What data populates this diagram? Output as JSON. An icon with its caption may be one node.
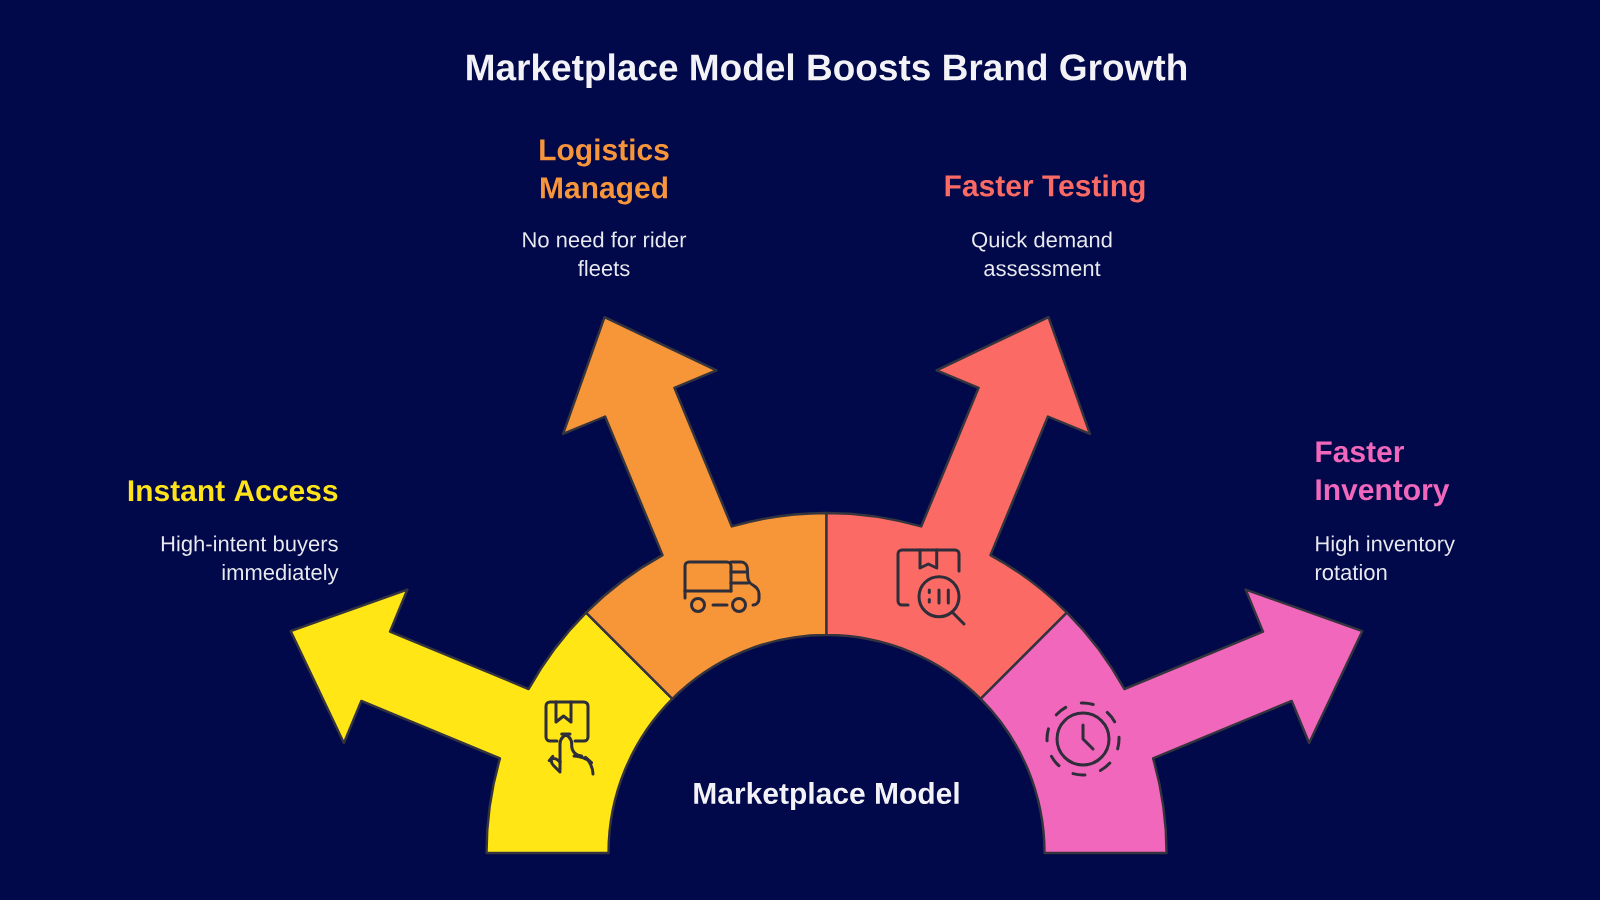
{
  "diagram": {
    "title": "Marketplace Model Boosts Brand Growth",
    "nodes": [
      {
        "text": [
          "Instant Access",
          "High-intent buyers immediately"
        ]
      },
      {
        "text": [
          "Logistics Managed",
          "No need for rider fleets"
        ]
      },
      {
        "text": [
          "Faster Testing",
          "Quick demand assessment"
        ]
      },
      {
        "text": [
          "Faster Inventory",
          "High inventory rotation"
        ]
      }
    ],
    "labels": [
      "Marketplace Model"
    ]
  }
}
